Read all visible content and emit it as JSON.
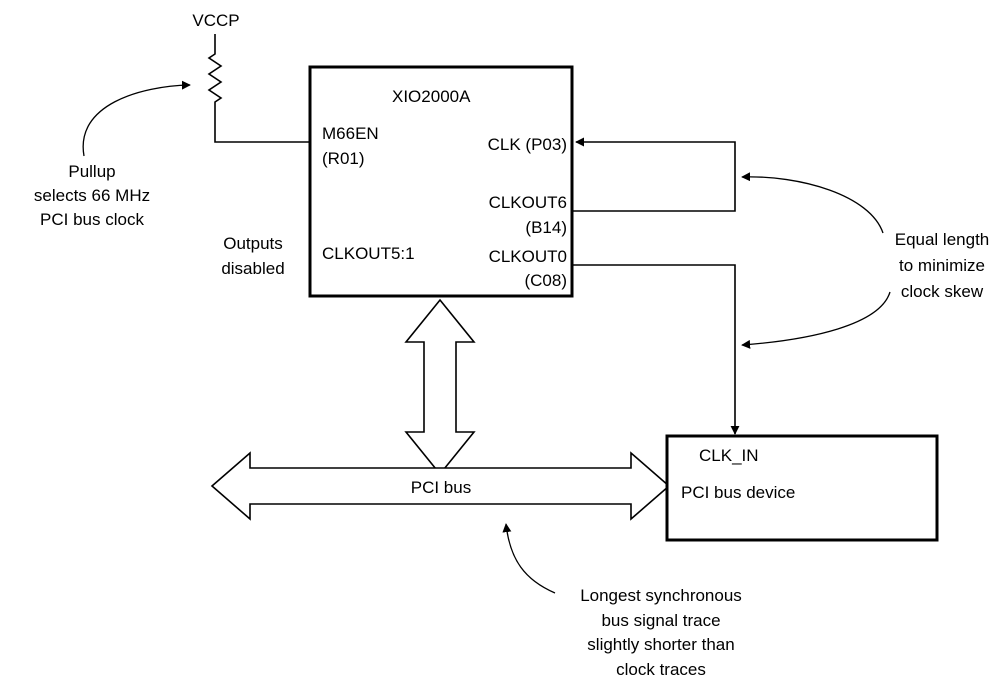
{
  "power": {
    "vccp": "VCCP"
  },
  "chip": {
    "name": "XIO2000A",
    "m66en": "M66EN",
    "m66en_pin": "(R01)",
    "clk": "CLK (P03)",
    "clkout6": "CLKOUT6",
    "clkout6_pin": "(B14)",
    "clkout5_1": "CLKOUT5:1",
    "clkout0": "CLKOUT0",
    "clkout0_pin": "(C08)"
  },
  "notes": {
    "pullup": [
      "Pullup",
      "selects 66 MHz",
      "PCI bus clock"
    ],
    "outputs": [
      "Outputs",
      "disabled"
    ],
    "equal_length": [
      "Equal length",
      "to minimize",
      "clock skew"
    ],
    "longest": [
      "Longest synchronous",
      "bus signal trace",
      "slightly shorter than",
      "clock traces"
    ]
  },
  "bus": {
    "label": "PCI bus"
  },
  "device": {
    "clk_in": "CLK_IN",
    "name": "PCI bus device"
  }
}
